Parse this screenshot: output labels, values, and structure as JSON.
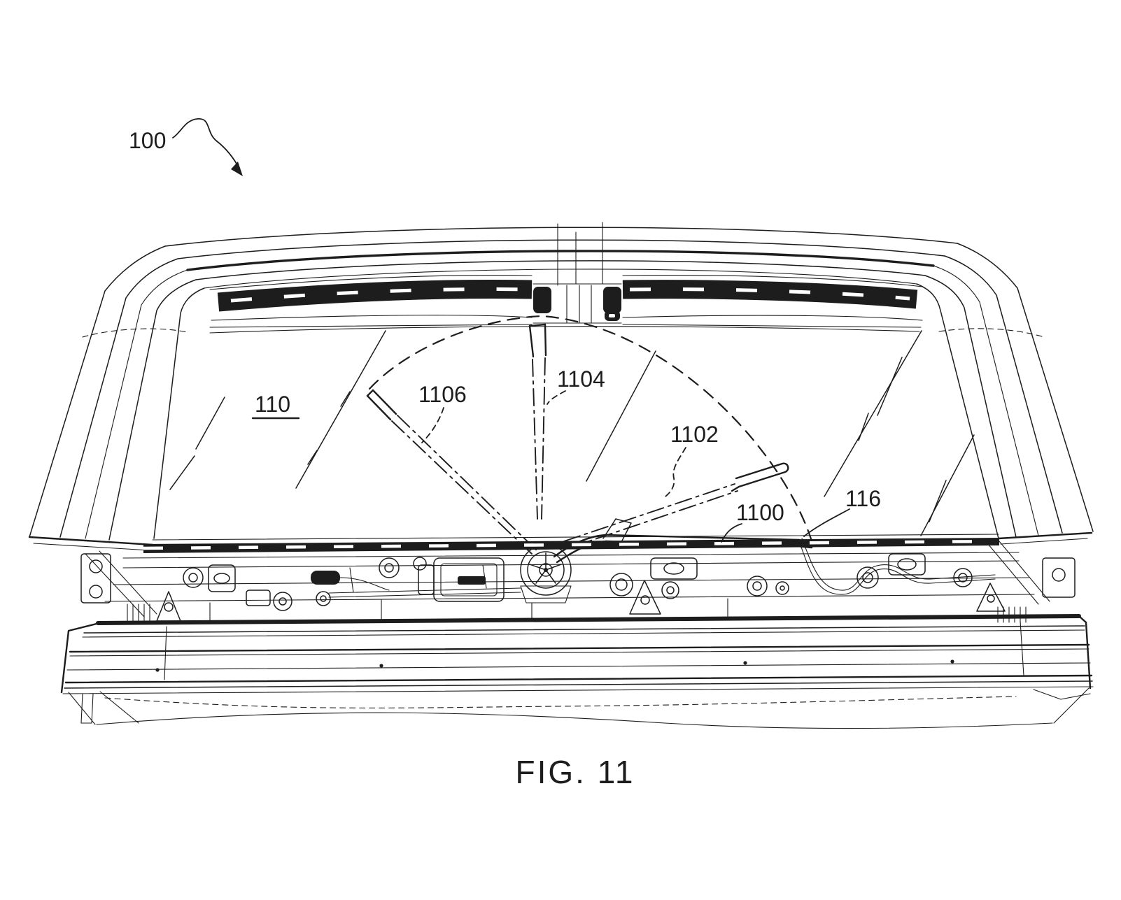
{
  "figure": {
    "caption": "FIG. 11",
    "labels": {
      "l100": "100",
      "l110": "110",
      "l1106": "1106",
      "l1104": "1104",
      "l1102": "1102",
      "l1100": "1100",
      "l116": "116"
    }
  },
  "colors": {
    "ink": "#1d1d1d",
    "paper": "#ffffff"
  }
}
